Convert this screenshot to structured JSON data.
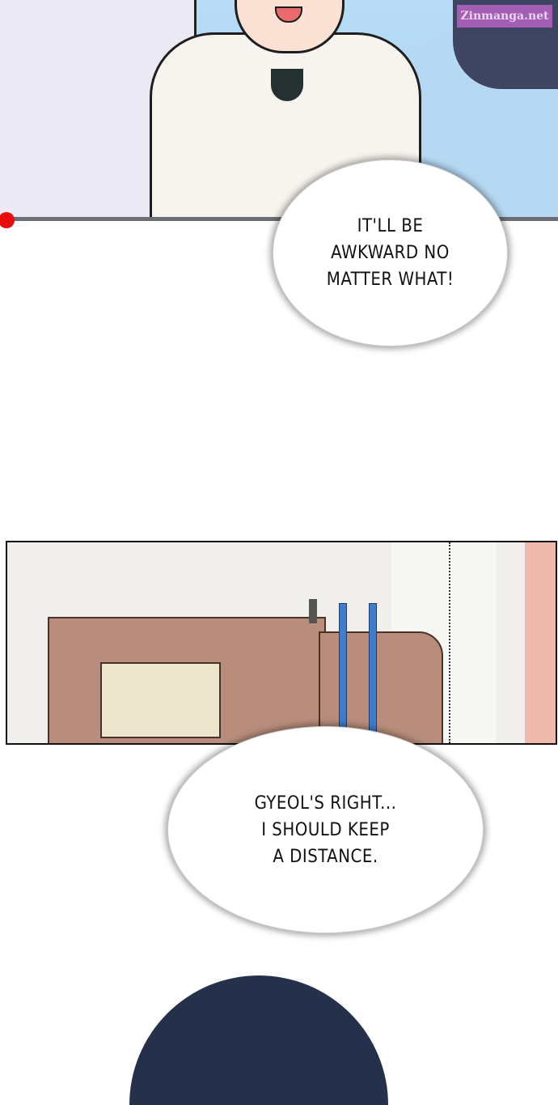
{
  "watermark": "Zinmanga.net",
  "bubbles": [
    {
      "lines": [
        "IT'LL BE",
        "AWKWARD NO",
        "MATTER WHAT!"
      ]
    },
    {
      "lines": [
        "GYEOL'S RIGHT...",
        "I SHOULD KEEP",
        "A DISTANCE."
      ]
    }
  ],
  "colors": {
    "accent_dot": "#e80e0e",
    "watermark_bg": "#be64c8"
  }
}
